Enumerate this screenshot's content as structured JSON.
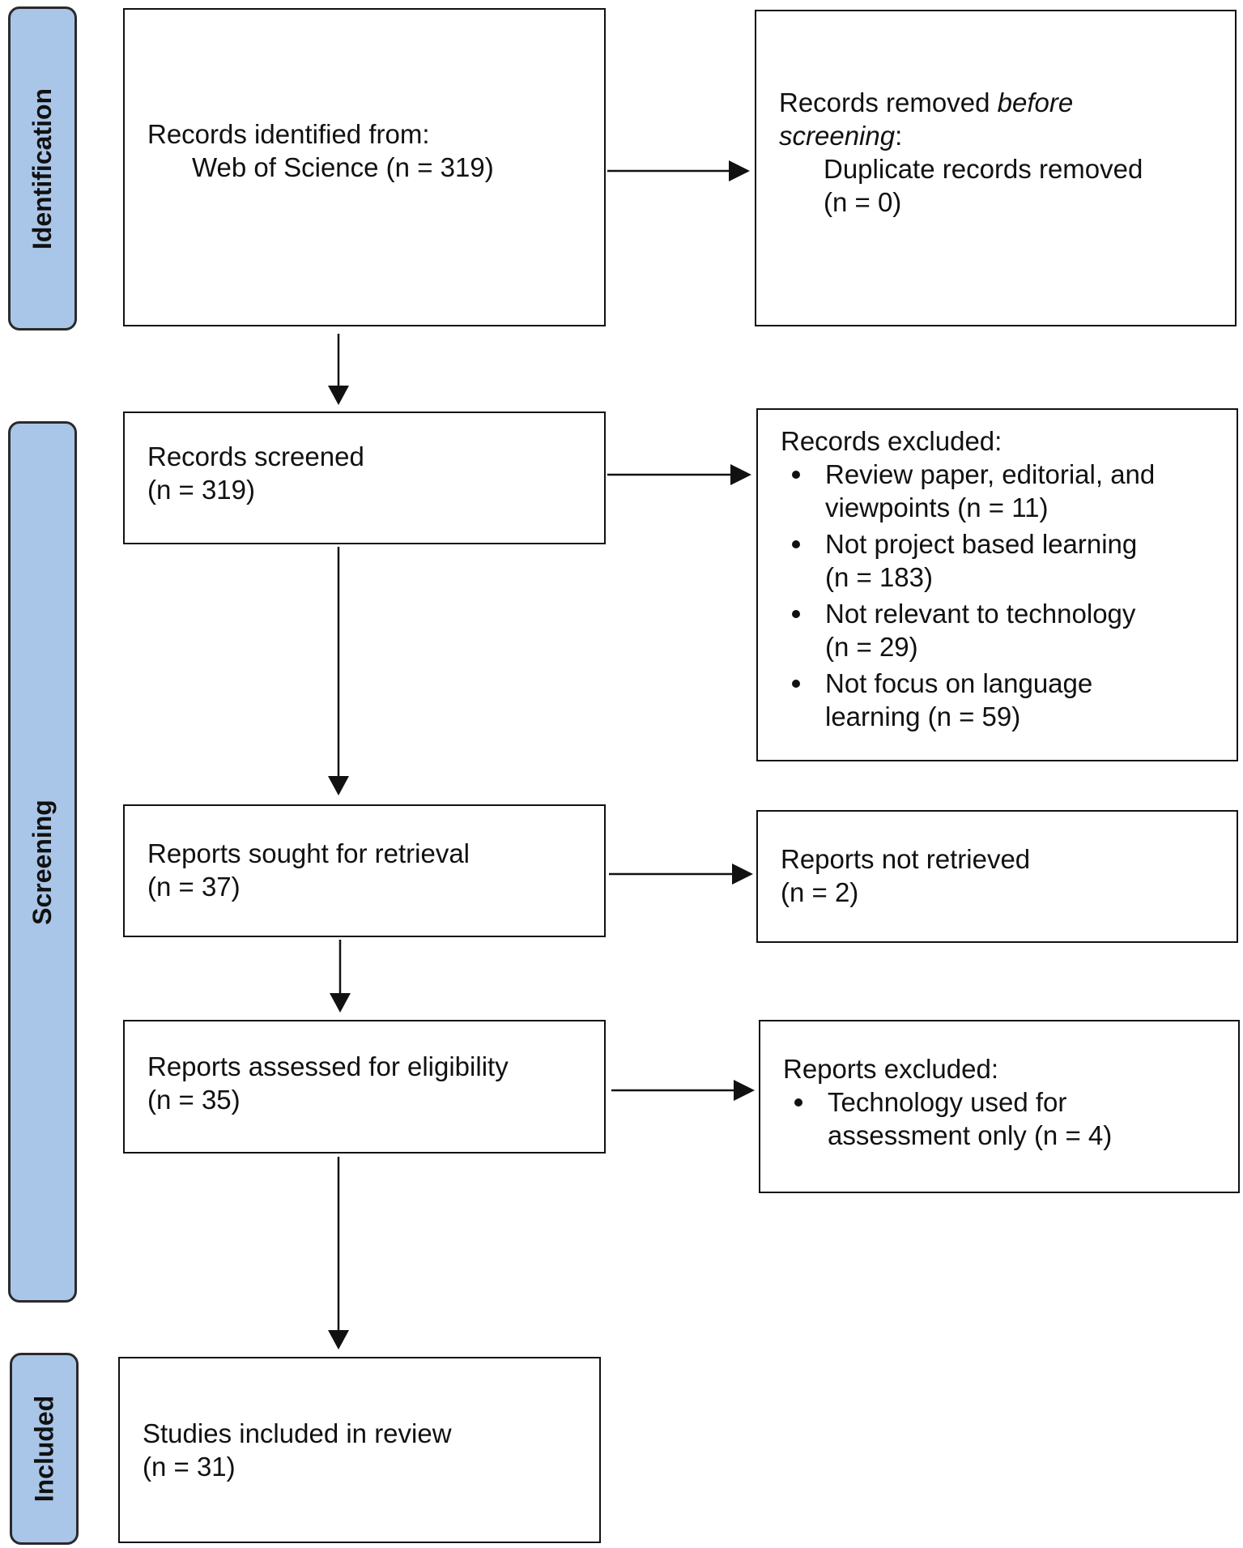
{
  "phases": {
    "identification": "Identification",
    "screening": "Screening",
    "included": "Included"
  },
  "identified": {
    "line1": "Records identified from:",
    "line2": "Web of Science (n = 319)"
  },
  "removed": {
    "prefix": "Records removed ",
    "before": "before",
    "screening_word": "screening",
    "colon": ":",
    "line2": "Duplicate records removed",
    "line3": "(n = 0)"
  },
  "screened": {
    "line1": "Records screened",
    "line2": "(n = 319)"
  },
  "excluded": {
    "title": "Records excluded:",
    "items": [
      {
        "line1": "Review paper, editorial, and",
        "line2": "viewpoints (n = 11)"
      },
      {
        "line1": "Not project based learning",
        "line2": "(n = 183)"
      },
      {
        "line1": "Not relevant to technology",
        "line2": "(n = 29)"
      },
      {
        "line1": "Not focus on language",
        "line2": "learning (n = 59)"
      }
    ]
  },
  "sought": {
    "line1": "Reports sought for retrieval",
    "line2": "(n = 37)"
  },
  "not_retrieved": {
    "line1": "Reports not retrieved",
    "line2": "(n = 2)"
  },
  "assessed": {
    "line1": "Reports assessed for eligibility",
    "line2": "(n = 35)"
  },
  "reports_excluded": {
    "title": "Reports excluded:",
    "items": [
      {
        "line1": "Technology used for",
        "line2": "assessment only (n = 4)"
      }
    ]
  },
  "included_box": {
    "line1": "Studies included in review",
    "line2": "(n = 31)"
  }
}
